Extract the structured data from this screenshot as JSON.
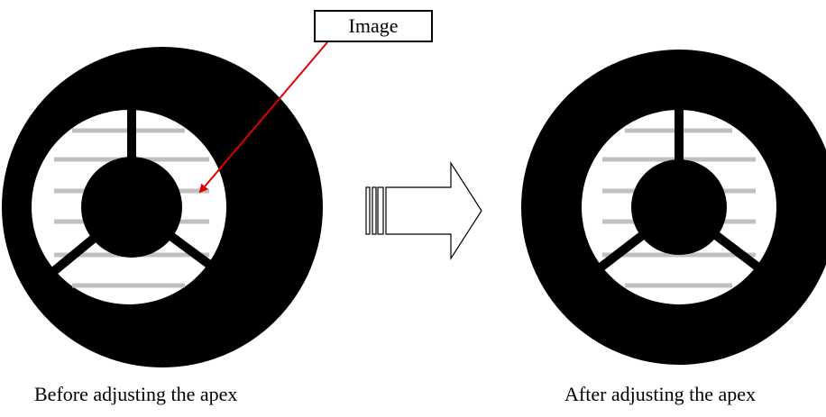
{
  "callout": {
    "label": "Image",
    "arrow_color": "#e00000"
  },
  "captions": {
    "before": "Before adjusting the apex",
    "after": "After adjusting the apex"
  },
  "colors": {
    "eyepiece": "#000000",
    "field": "#ffffff",
    "image_lines": "#c0c0c0"
  }
}
